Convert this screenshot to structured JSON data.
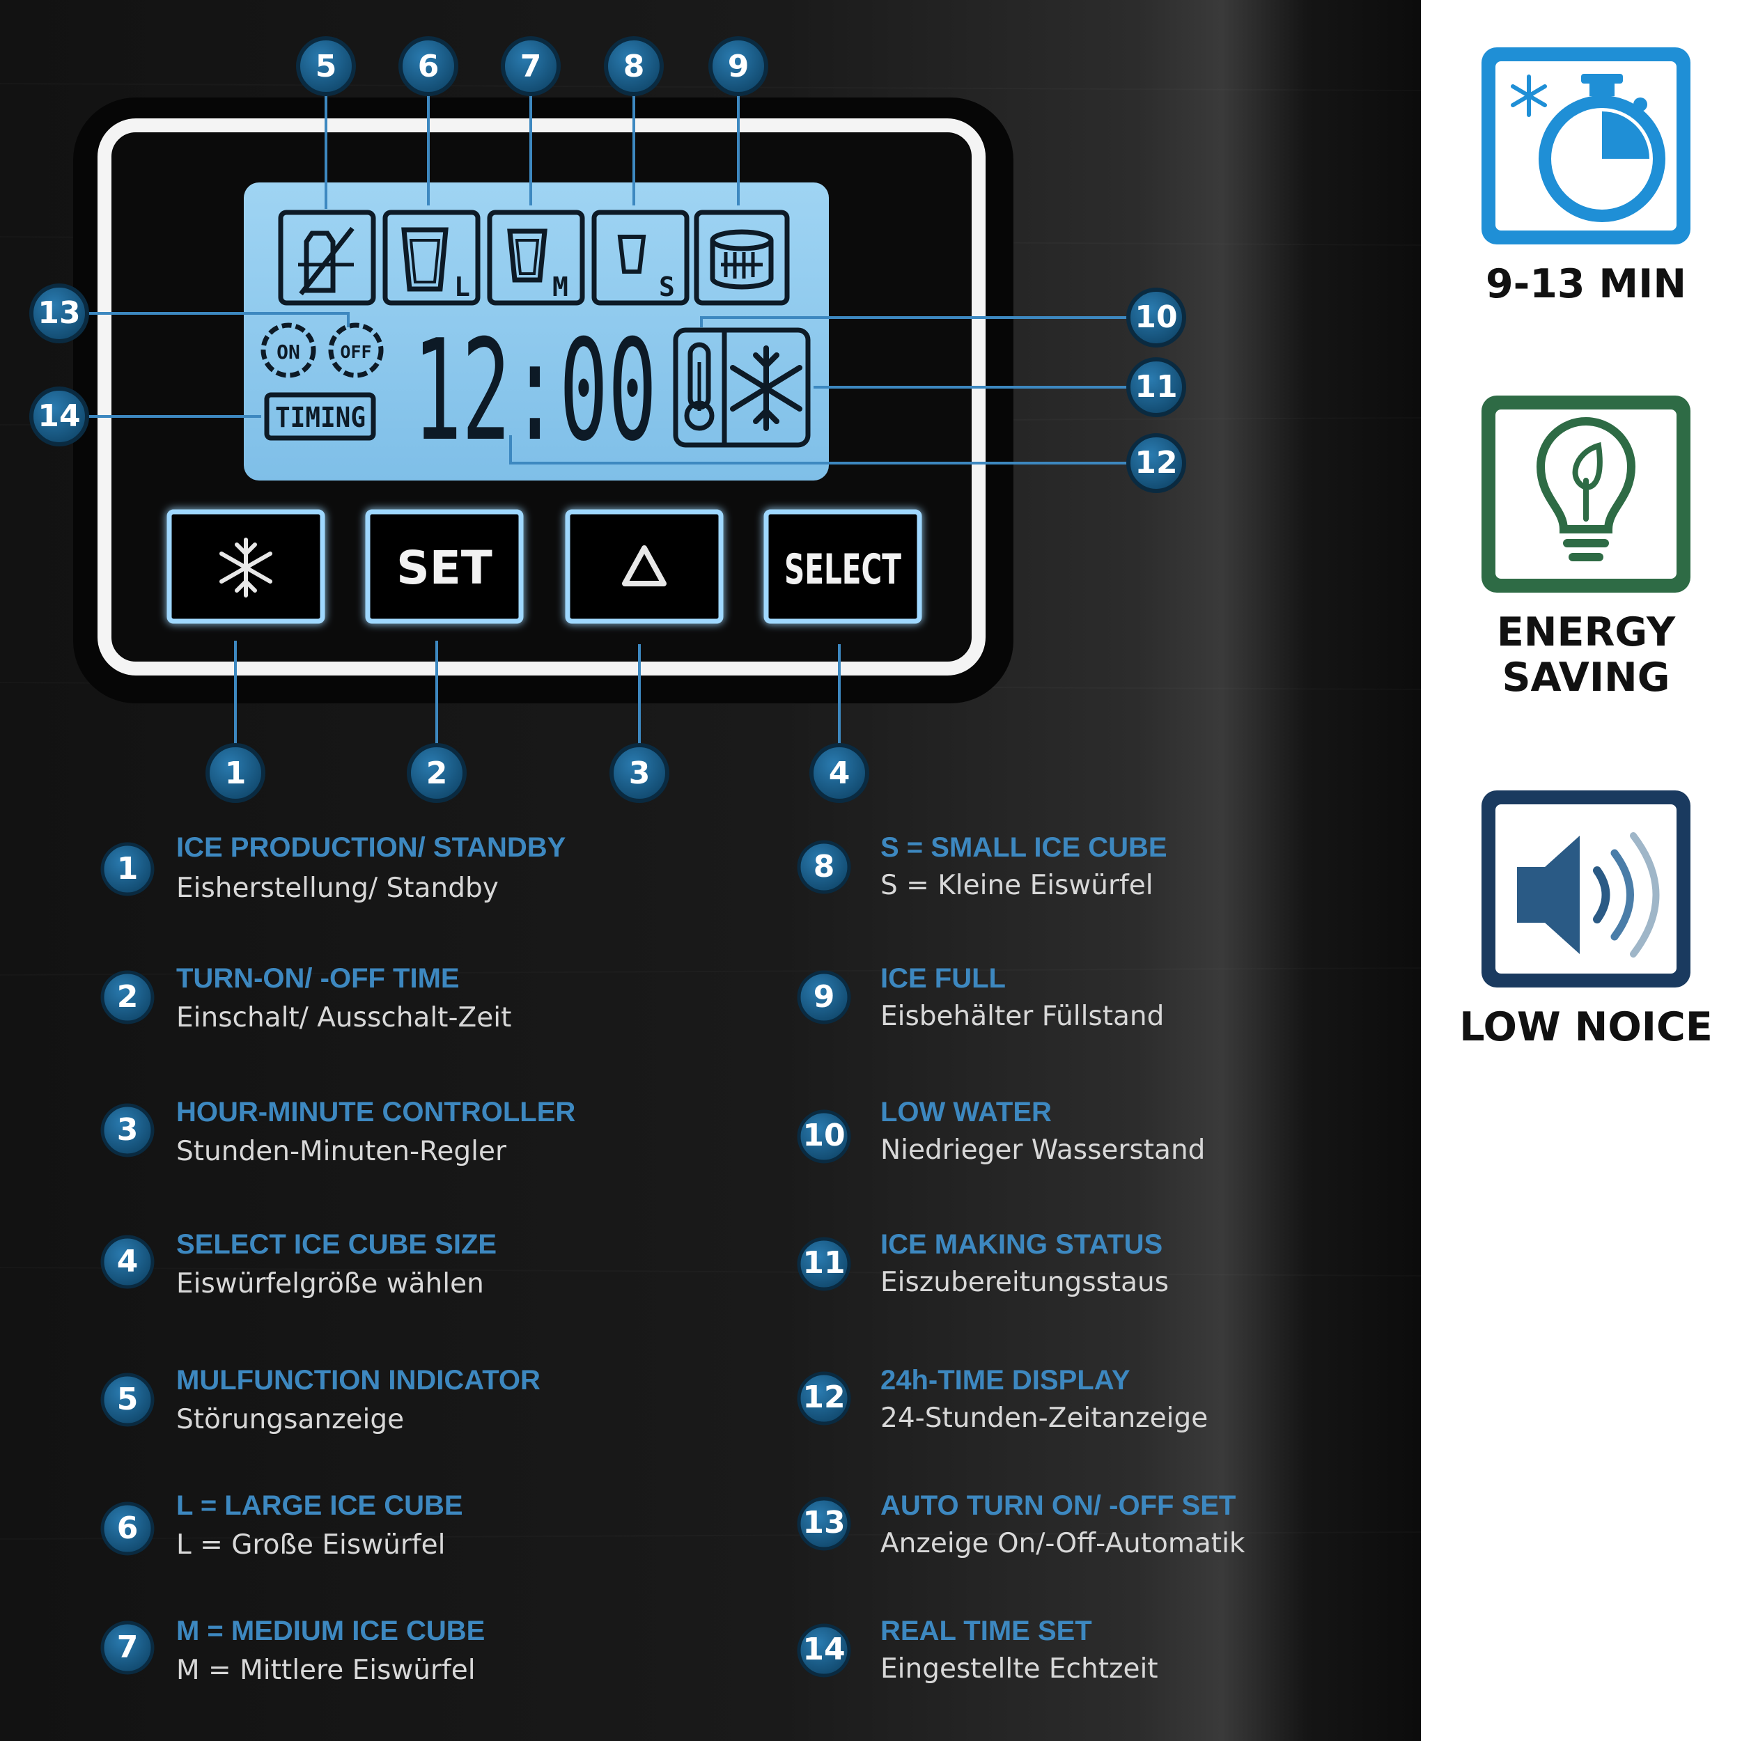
{
  "lcd": {
    "time": "12:00",
    "on_label": "ON",
    "off_label": "OFF",
    "timing_label": "TIMING",
    "size_letters": {
      "large": "L",
      "medium": "M",
      "small": "S"
    }
  },
  "buttons": {
    "set": "SET",
    "select": "SELECT"
  },
  "callouts": [
    "1",
    "2",
    "3",
    "4",
    "5",
    "6",
    "7",
    "8",
    "9",
    "10",
    "11",
    "12",
    "13",
    "14"
  ],
  "legend": [
    {
      "num": "1",
      "title": "ICE PRODUCTION/ STANDBY",
      "sub": "Eisherstellung/ Standby"
    },
    {
      "num": "2",
      "title": "TURN-ON/ -OFF TIME",
      "sub": "Einschalt/ Ausschalt-Zeit"
    },
    {
      "num": "3",
      "title": "HOUR-MINUTE CONTROLLER",
      "sub": "Stunden-Minuten-Regler"
    },
    {
      "num": "4",
      "title": "SELECT ICE CUBE SIZE",
      "sub": "Eiswürfelgröße wählen"
    },
    {
      "num": "5",
      "title": "MULFUNCTION INDICATOR",
      "sub": "Störungsanzeige"
    },
    {
      "num": "6",
      "title": "L = LARGE ICE CUBE",
      "sub": "L = Große Eiswürfel"
    },
    {
      "num": "7",
      "title": "M = MEDIUM ICE CUBE",
      "sub": "M = Mittlere Eiswürfel"
    },
    {
      "num": "8",
      "title": "S = SMALL ICE CUBE",
      "sub": "S = Kleine Eiswürfel"
    },
    {
      "num": "9",
      "title": "ICE FULL",
      "sub": "Eisbehälter Füllstand"
    },
    {
      "num": "10",
      "title": "LOW WATER",
      "sub": "Niedrieger Wasserstand"
    },
    {
      "num": "11",
      "title": "ICE MAKING STATUS",
      "sub": "Eiszubereitungsstaus"
    },
    {
      "num": "12",
      "title": "24h-TIME DISPLAY",
      "sub": "24-Stunden-Zeitanzeige"
    },
    {
      "num": "13",
      "title": "AUTO TURN ON/ -OFF SET",
      "sub": "Anzeige On/-Off-Automatik"
    },
    {
      "num": "14",
      "title": "REAL TIME SET",
      "sub": "Eingestellte Echtzeit"
    }
  ],
  "features": [
    {
      "icon": "stopwatch-snowflake-icon",
      "label_lines": [
        "9-13 MIN"
      ]
    },
    {
      "icon": "eco-lightbulb-icon",
      "label_lines": [
        "ENERGY",
        "SAVING"
      ]
    },
    {
      "icon": "speaker-icon",
      "label_lines": [
        "LOW NOICE"
      ]
    }
  ],
  "colors": {
    "accent": "#3d88c0",
    "lcd_bg": "#8cc8ee",
    "badge": "#1a5f8a",
    "panel": "#0b0b0b"
  }
}
